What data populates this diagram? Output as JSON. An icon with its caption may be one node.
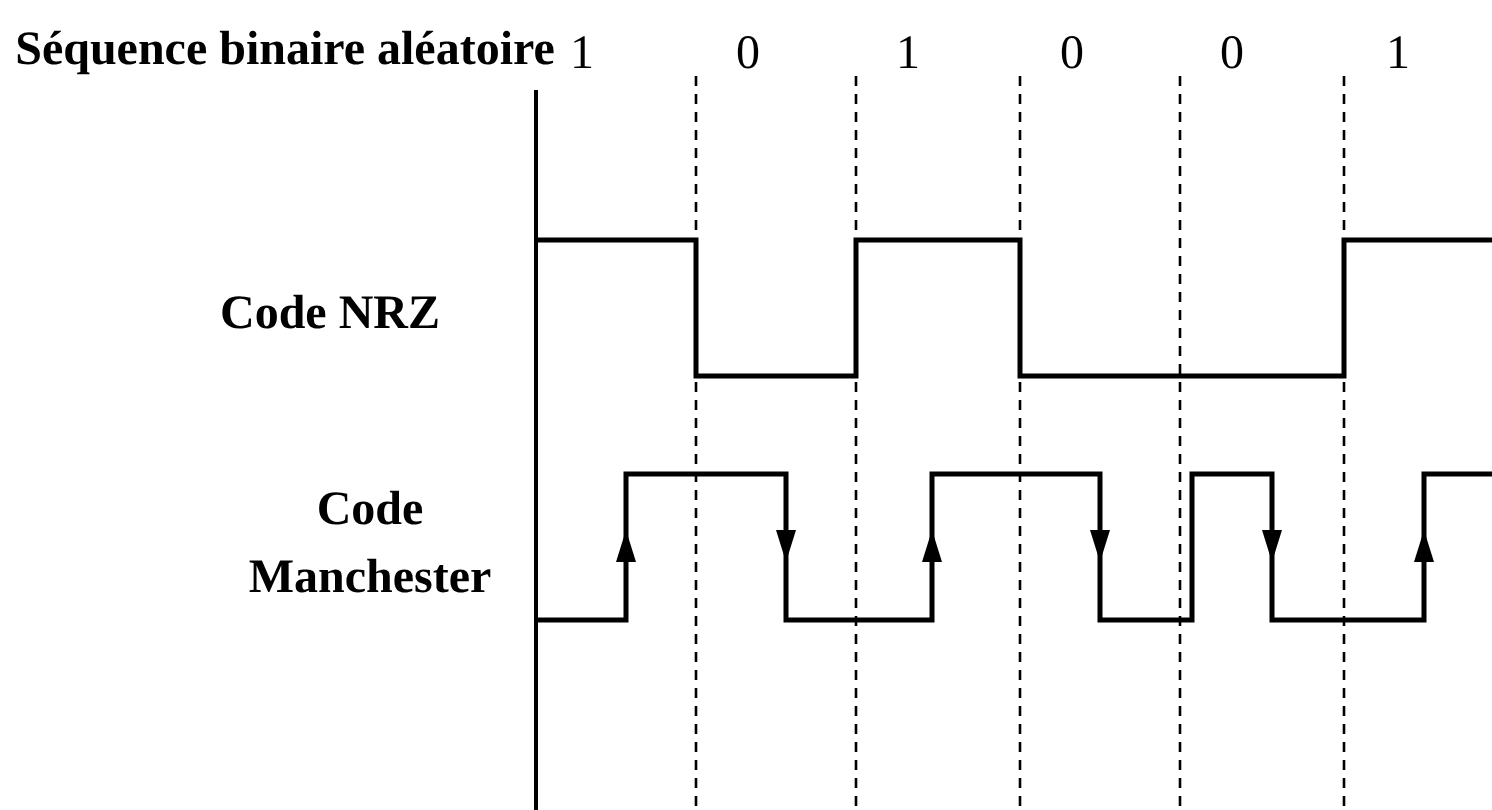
{
  "diagram": {
    "labels": [
      "Séquence binaire aléatoire",
      "1",
      "0",
      "1",
      "0",
      "0",
      "1",
      "Code NRZ",
      "Code Manchester"
    ]
  }
}
